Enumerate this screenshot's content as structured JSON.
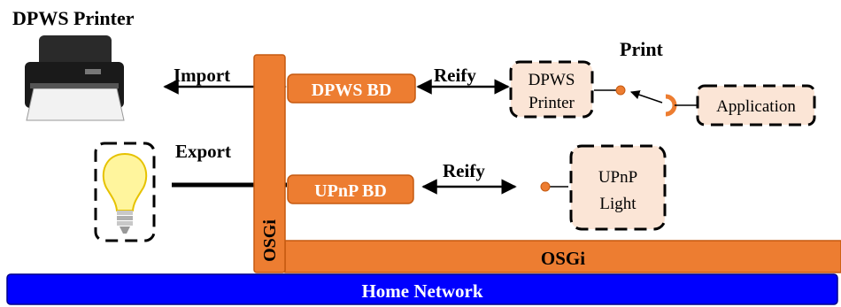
{
  "title": "DPWS Printer",
  "labels": {
    "import": "Import",
    "export": "Export",
    "reify_top": "Reify",
    "reify_bottom": "Reify",
    "print": "Print"
  },
  "boxes": {
    "dpws_bd": "DPWS BD",
    "upnp_bd": "UPnP BD",
    "osgi_vertical": "OSGi",
    "osgi_horizontal": "OSGi",
    "home_network": "Home Network",
    "dpws_printer_line1": "DPWS",
    "dpws_printer_line2": "Printer",
    "upnp_light_line1": "UPnP",
    "upnp_light_line2": "Light",
    "application": "Application"
  },
  "colors": {
    "orange": "#ed7d31",
    "orange_border": "#c55a11",
    "peach": "#fbe5d6",
    "network_blue": "#0000ff",
    "network_border": "#00008b",
    "black": "#000000"
  }
}
